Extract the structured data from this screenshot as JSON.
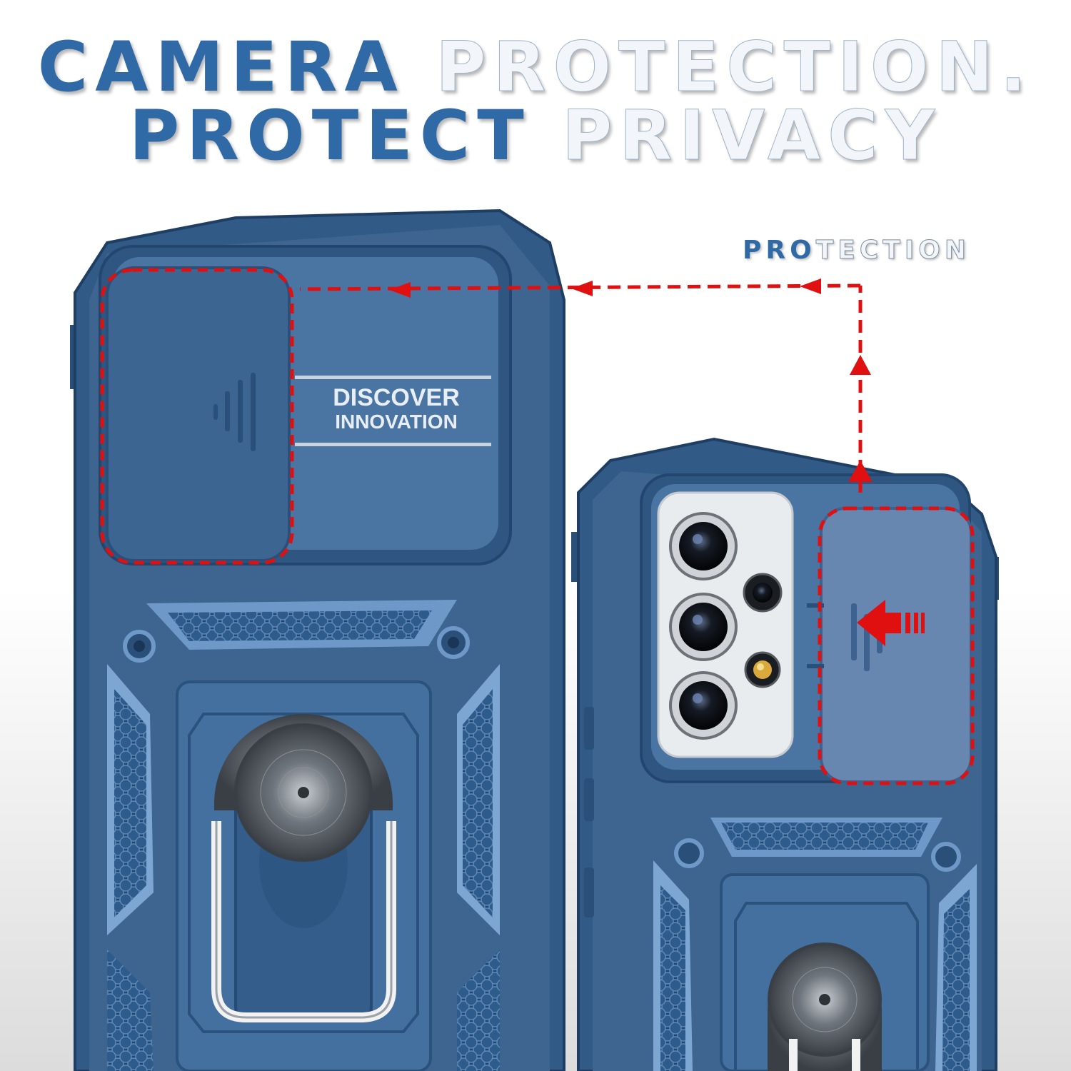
{
  "headline": {
    "line1_part1": "CAMERA ",
    "line1_part2": "PROTECTION.",
    "line2_part1": "PROTECT ",
    "line2_part2": "PRIVACY"
  },
  "callout": {
    "label_part1": "PRO",
    "label_part2": "TECTION"
  },
  "case_text": {
    "line1": "DISCOVER",
    "line2": "INNOVATION"
  },
  "colors": {
    "case_blue": "#3d6590",
    "case_dark": "#244a73",
    "accent_red": "#e01010",
    "headline_blue": "#2f6aa6"
  }
}
